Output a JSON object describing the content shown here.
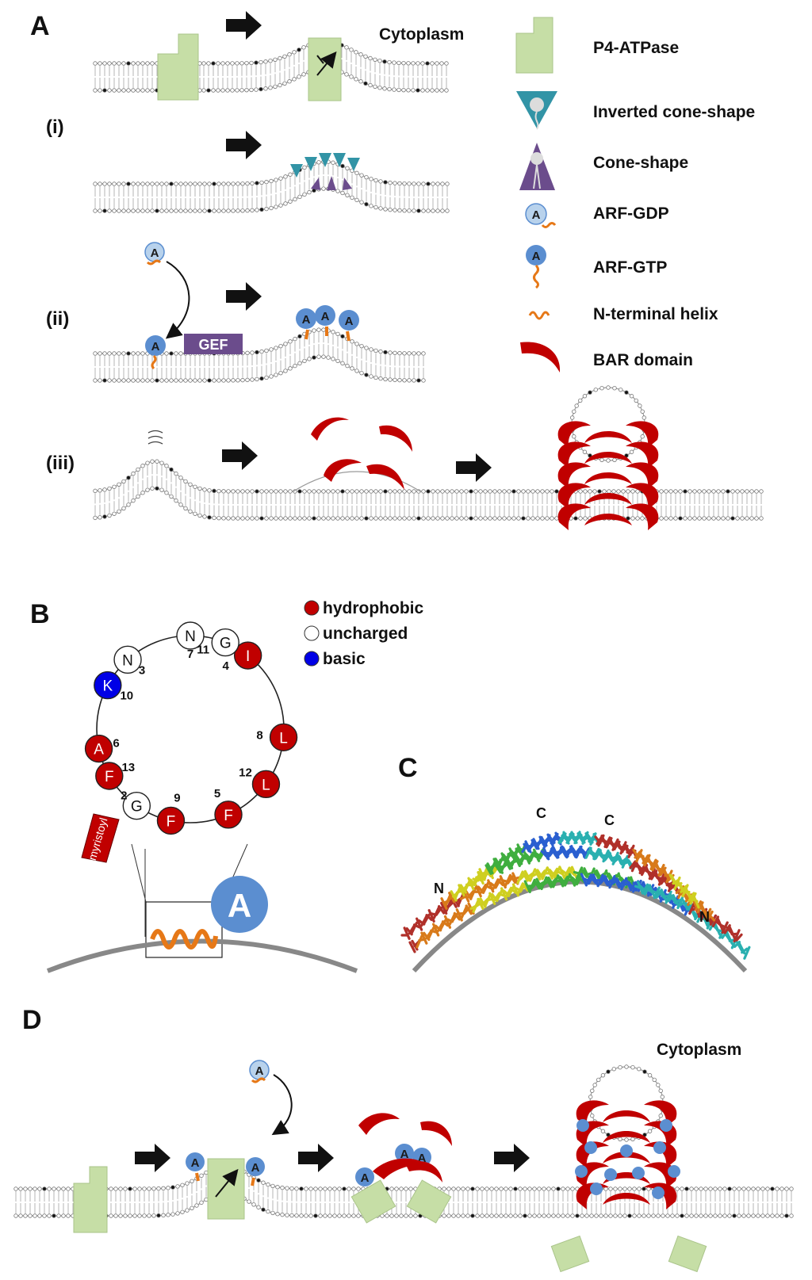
{
  "panels": {
    "A": "A",
    "B": "B",
    "C": "C",
    "D": "D"
  },
  "panel_a": {
    "steps": [
      "(i)",
      "(ii)",
      "(iii)"
    ],
    "cytoplasm": "Cytoplasm",
    "gef": "GEF",
    "arf_letter": "A"
  },
  "legend": [
    {
      "icon": "p4-atpase",
      "label": "P4-ATPase"
    },
    {
      "icon": "inverted-cone",
      "label": "Inverted cone-shape"
    },
    {
      "icon": "cone",
      "label": "Cone-shape"
    },
    {
      "icon": "arf-gdp",
      "label": "ARF-GDP"
    },
    {
      "icon": "arf-gtp",
      "label": "ARF-GTP"
    },
    {
      "icon": "n-terminal-helix",
      "label": "N-terminal helix"
    },
    {
      "icon": "bar-domain",
      "label": "BAR domain"
    }
  ],
  "panel_b": {
    "legend": [
      {
        "label": "hydrophobic",
        "color": "#c00000"
      },
      {
        "label": "uncharged",
        "color": "#ffffff"
      },
      {
        "label": "basic",
        "color": "#0000e6"
      }
    ],
    "residues": [
      {
        "letter": "G",
        "pos": "2",
        "type": "uncharged"
      },
      {
        "letter": "N",
        "pos": "3",
        "type": "uncharged"
      },
      {
        "letter": "I",
        "pos": "4",
        "type": "hydrophobic"
      },
      {
        "letter": "F",
        "pos": "5",
        "type": "hydrophobic"
      },
      {
        "letter": "A",
        "pos": "6",
        "type": "hydrophobic"
      },
      {
        "letter": "N",
        "pos": "7",
        "type": "uncharged"
      },
      {
        "letter": "L",
        "pos": "8",
        "type": "hydrophobic"
      },
      {
        "letter": "F",
        "pos": "9",
        "type": "hydrophobic"
      },
      {
        "letter": "K",
        "pos": "10",
        "type": "basic"
      },
      {
        "letter": "G",
        "pos": "11",
        "type": "uncharged"
      },
      {
        "letter": "L",
        "pos": "12",
        "type": "hydrophobic"
      },
      {
        "letter": "F",
        "pos": "13",
        "type": "hydrophobic"
      }
    ],
    "myristoyl": "myristoyl",
    "arf_letter": "A"
  },
  "panel_c": {
    "terminus_c": "C",
    "terminus_n": "N"
  },
  "panel_d": {
    "cytoplasm": "Cytoplasm"
  },
  "colors": {
    "p4_atpase": "#c6dea6",
    "inverted_cone": "#3294a6",
    "cone": "#6b4c8c",
    "arf": "#5b8ed0",
    "arf_gdp": "#b8d2ec",
    "helix": "#e67817",
    "bar": "#c00000",
    "gef": "#6b4c8c",
    "hydrophobic": "#c00000",
    "basic": "#0000e6"
  }
}
